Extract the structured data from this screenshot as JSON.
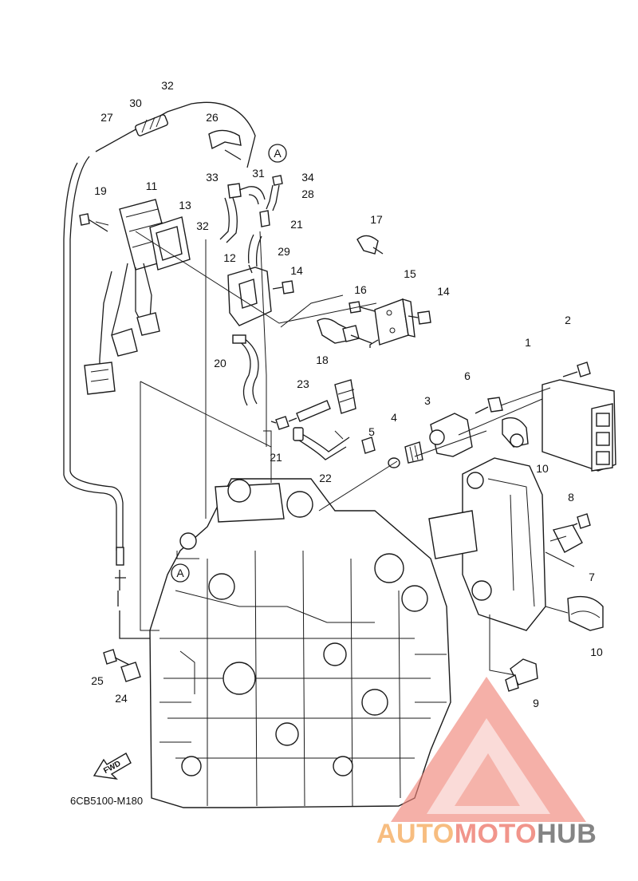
{
  "drawing_code": "6CB5100-M180",
  "fwd_label": "FWD",
  "ref_marker": "A",
  "watermark": {
    "part1": "AUTO",
    "part2": "MOTO",
    "part3": "HUB",
    "color_orange": "#f6b26b",
    "color_red": "#ef8377",
    "color_gray": "#6f6f6f"
  },
  "callouts": {
    "c1": "1",
    "c2": "2",
    "c3": "3",
    "c4": "4",
    "c5": "5",
    "c6": "6",
    "c7": "7",
    "c8": "8",
    "c9": "9",
    "c10a": "10",
    "c10b": "10",
    "c11": "11",
    "c12": "12",
    "c13": "13",
    "c14a": "14",
    "c14b": "14",
    "c15": "15",
    "c16": "16",
    "c17": "17",
    "c18": "18",
    "c19": "19",
    "c20": "20",
    "c21a": "21",
    "c21b": "21",
    "c22": "22",
    "c23": "23",
    "c24": "24",
    "c25": "25",
    "c26": "26",
    "c27": "27",
    "c28": "28",
    "c29": "29",
    "c30": "30",
    "c31": "31",
    "c32a": "32",
    "c32b": "32",
    "c33": "33",
    "c34": "34"
  }
}
